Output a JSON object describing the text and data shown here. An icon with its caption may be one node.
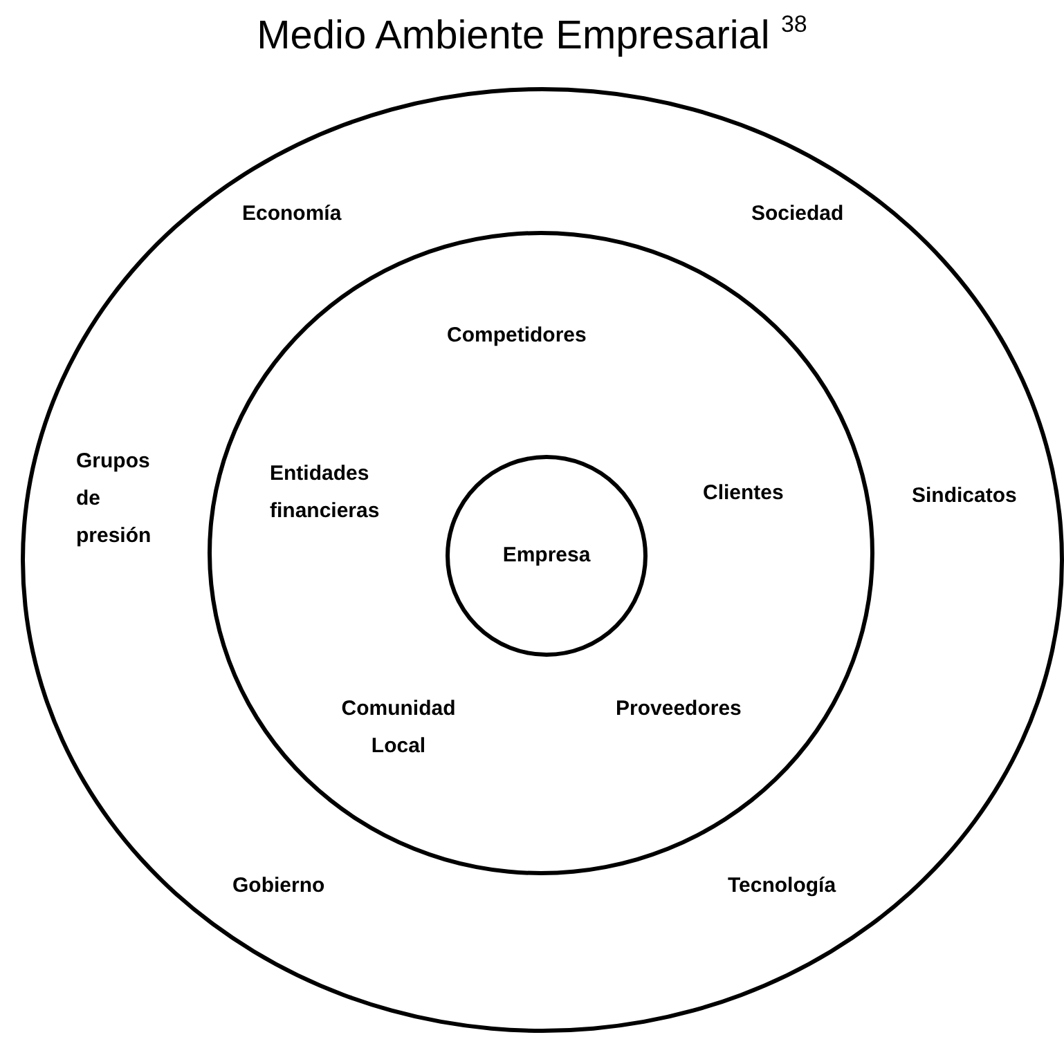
{
  "diagram": {
    "title": "Medio Ambiente Empresarial $^{38}$",
    "nodes": [
      {
        "text": [
          "Economía",
          "Sociedad",
          "Grupos de presión",
          "Sindicatos",
          "Gobierno",
          "Tecnología"
        ]
      },
      {
        "text": [
          "Competidores",
          "Entidades financieras",
          "Clientes",
          "Comunidad Local",
          "Proveedores"
        ],
        "in": 0
      },
      {
        "text": [
          "Empresa"
        ],
        "in": 1
      }
    ]
  }
}
